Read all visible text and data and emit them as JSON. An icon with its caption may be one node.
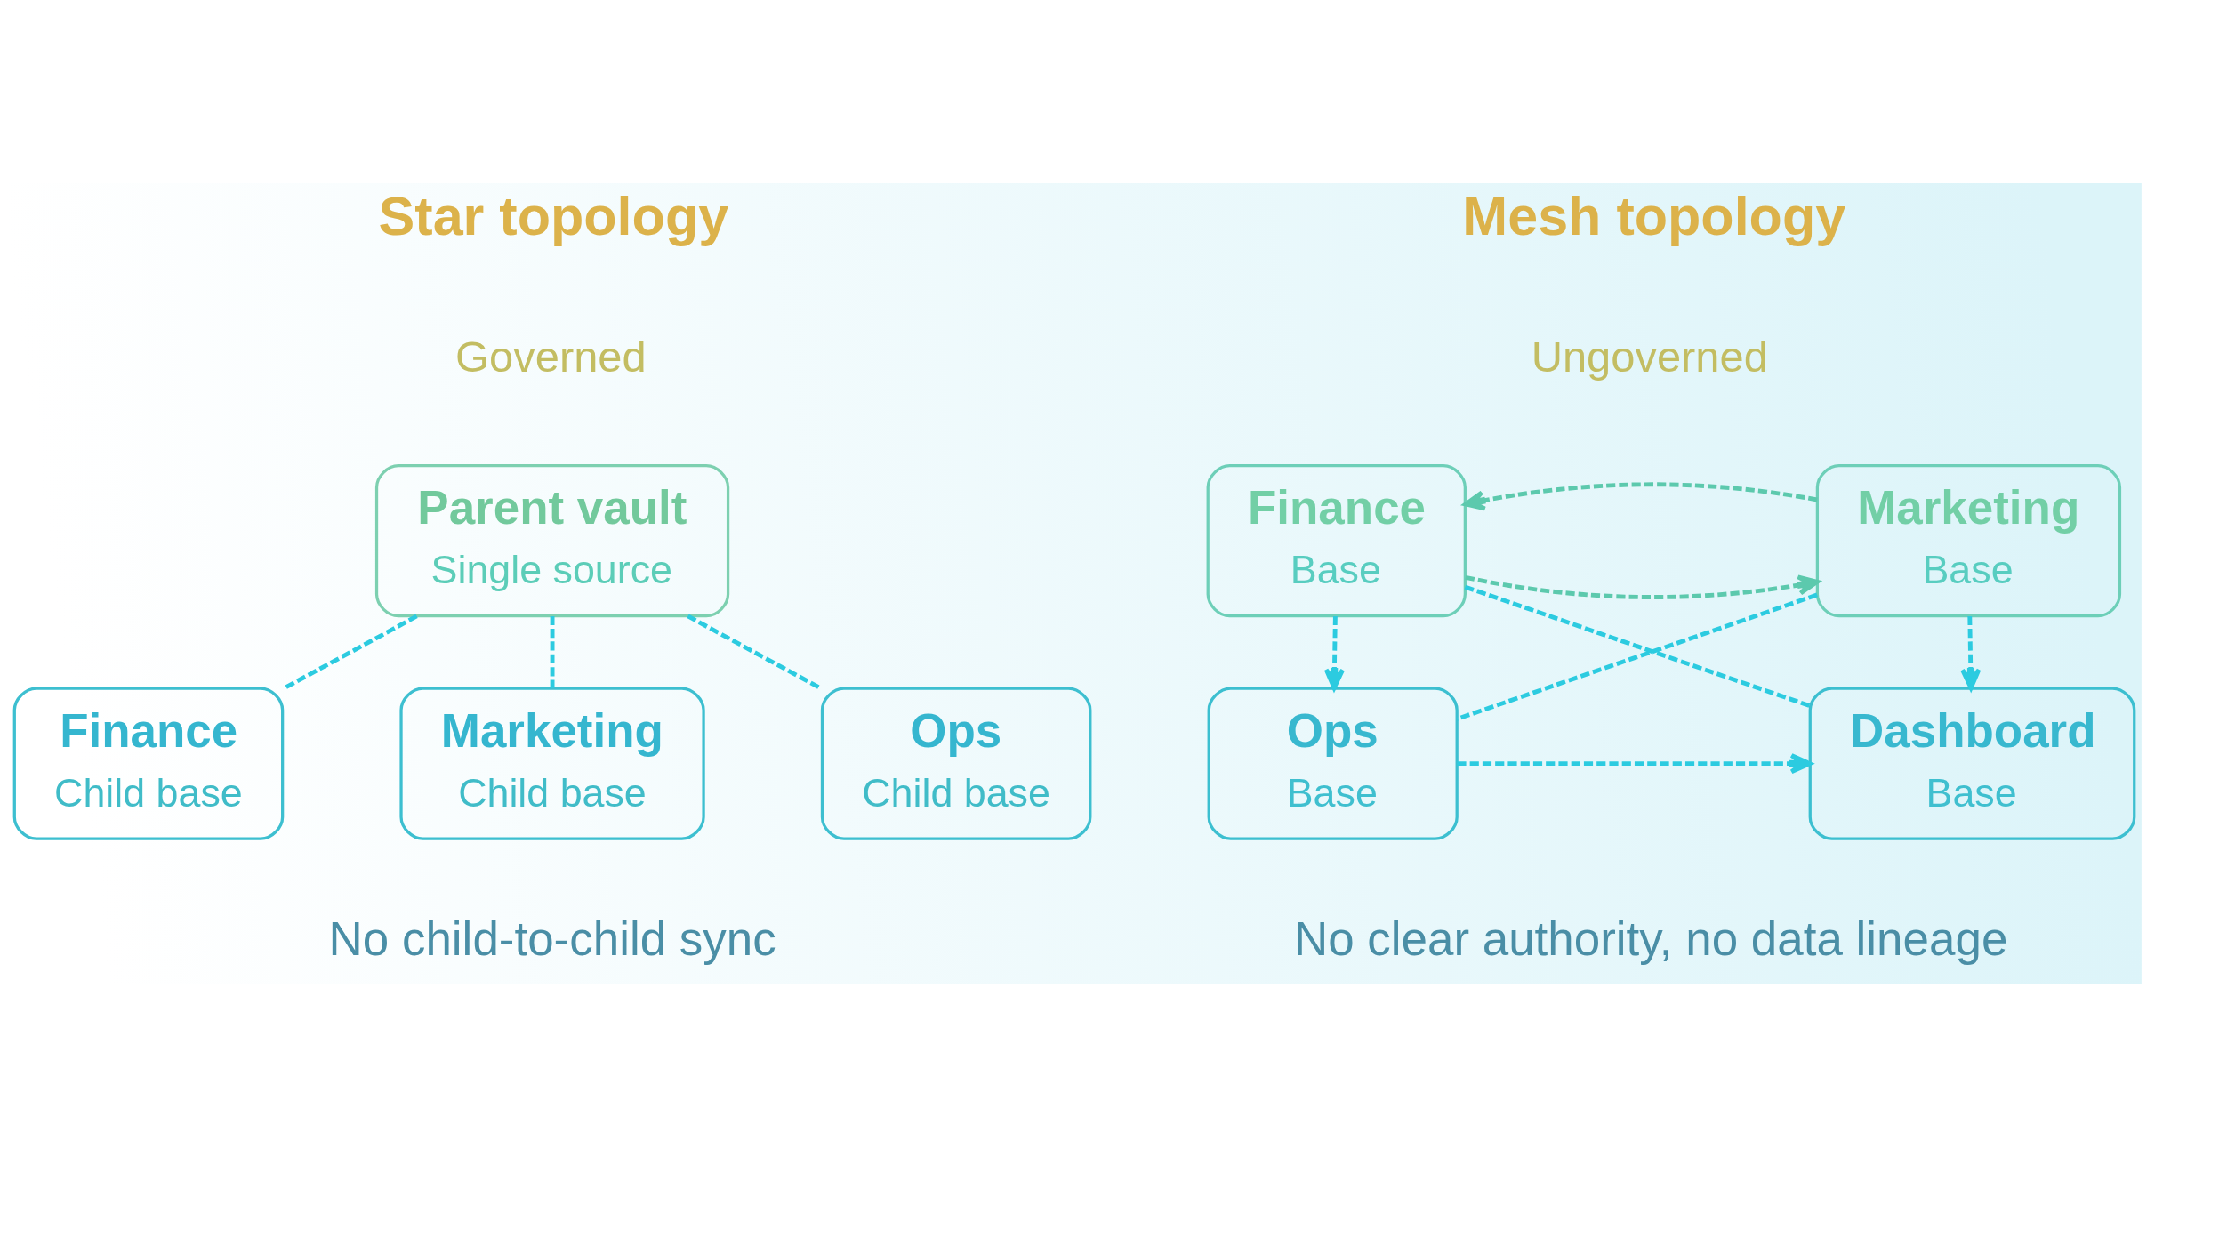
{
  "diagram": {
    "nodes": [
      {
        "text": [
          "Parent vault",
          "Single source"
        ]
      },
      {
        "text": [
          "Finance",
          "Child base"
        ]
      },
      {
        "text": [
          "Marketing",
          "Child base"
        ]
      },
      {
        "text": [
          "Ops",
          "Child base"
        ]
      },
      {
        "text": [
          "Finance",
          "Base"
        ]
      },
      {
        "text": [
          "Marketing",
          "Base"
        ]
      },
      {
        "text": [
          "Ops",
          "Base"
        ]
      },
      {
        "text": [
          "Dashboard",
          "Base"
        ]
      }
    ],
    "edges": [
      {
        "from": 0,
        "to": 1,
        "arrow": "none",
        "style": "dashed"
      },
      {
        "from": 0,
        "to": 2,
        "arrow": "none",
        "style": "dashed"
      },
      {
        "from": 0,
        "to": 3,
        "arrow": "none",
        "style": "dashed"
      },
      {
        "from": 4,
        "to": 5,
        "arrow": "to",
        "style": "dashed",
        "color": "#5cc9ad"
      },
      {
        "from": 5,
        "to": 4,
        "arrow": "to",
        "style": "dashed",
        "color": "#5cc9ad"
      },
      {
        "from": 4,
        "to": 6,
        "arrow": "to",
        "style": "dashed"
      },
      {
        "from": 5,
        "to": 7,
        "arrow": "to",
        "style": "dashed"
      },
      {
        "from": 4,
        "to": 7,
        "arrow": "none",
        "style": "dashed"
      },
      {
        "from": 5,
        "to": 6,
        "arrow": "none",
        "style": "dashed"
      },
      {
        "from": 6,
        "to": 7,
        "arrow": "to",
        "style": "dashed"
      }
    ],
    "labels": [
      "Star topology",
      "Governed",
      "Mesh topology",
      "Ungoverned",
      "No child-to-child sync",
      "No clear authority, no data lineage"
    ]
  }
}
